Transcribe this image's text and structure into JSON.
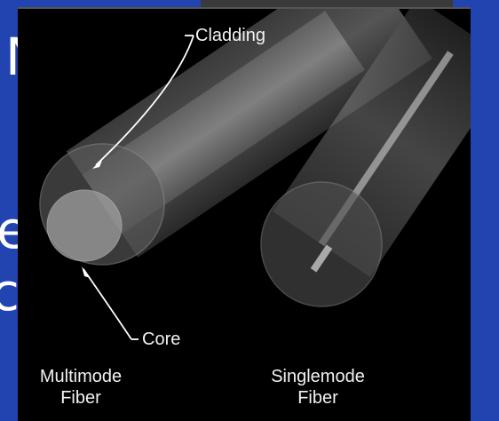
{
  "background_slide": {
    "color": "#2244b0",
    "partial_text": [
      "N",
      "el",
      "c"
    ]
  },
  "figure": {
    "callouts": {
      "cladding": "Cladding",
      "core": "Core"
    },
    "fiber_types": [
      {
        "title": "Multimode",
        "subtitle": "Fiber"
      },
      {
        "title": "Singlemode",
        "subtitle": "Fiber"
      }
    ]
  }
}
